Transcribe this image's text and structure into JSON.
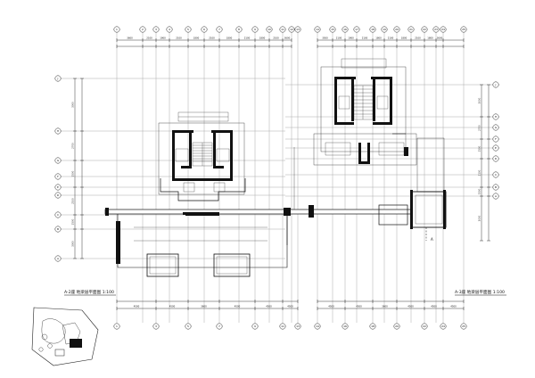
{
  "drawing": {
    "left_title": "A-2座  地梁层平面图  1:100",
    "right_title": "A-3座  地梁层平面图  1:100",
    "background": "#ffffff",
    "line_color": "#000000"
  },
  "axes": {
    "top_left": [
      "1",
      "2",
      "3",
      "4",
      "5",
      "6",
      "7",
      "8",
      "9",
      "10",
      "11",
      "12",
      "13"
    ],
    "top_right": [
      "14",
      "15",
      "16",
      "17",
      "18",
      "19",
      "20",
      "21",
      "22",
      "23",
      "24",
      "25"
    ],
    "bottom_left": [
      "1",
      "3",
      "5",
      "7",
      "9",
      "11",
      "13"
    ],
    "bottom_right": [
      "14",
      "16",
      "18",
      "20",
      "22",
      "24",
      "25"
    ],
    "left": [
      "J",
      "H",
      "G",
      "F",
      "E",
      "D",
      "C",
      "B",
      "A"
    ],
    "right": [
      "J",
      "H",
      "G",
      "F",
      "E",
      "D",
      "C",
      "B",
      "A"
    ]
  },
  "dimensions": {
    "top_left": [
      "3600",
      "2100",
      "1900",
      "2100",
      "1800",
      "2100",
      "1800",
      "2100",
      "1800",
      "2100",
      "3600"
    ],
    "top_right": [
      "3500",
      "2100",
      "1900",
      "2100",
      "1800",
      "2100",
      "1800",
      "2100",
      "1800",
      "3600"
    ],
    "bottom_left": [
      "4500",
      "4500",
      "3600",
      "4500",
      "4500",
      "4500"
    ],
    "bottom_right": [
      "4500",
      "4500",
      "3600",
      "4500",
      "4500",
      "4500"
    ],
    "left_side": [
      "3000",
      "2700",
      "1500",
      "2100",
      "1500",
      "3000"
    ],
    "right_side": [
      "3000",
      "2700",
      "1500",
      "2100",
      "1500",
      "3000"
    ]
  }
}
